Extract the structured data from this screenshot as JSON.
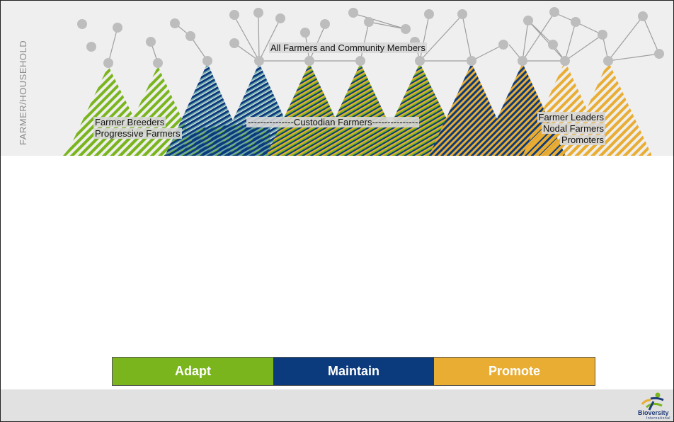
{
  "vertical_label": "FARMER/HOUSEHOLD",
  "labels": {
    "all_members": "All Farmers and Community Members",
    "custodian": "---------------Custodian Farmers---------------",
    "left_group": [
      "Farmer Breeders",
      "Progressive Farmers"
    ],
    "right_group": [
      "Farmer Leaders",
      "Nodal Farmers",
      "Promoters"
    ]
  },
  "legend": {
    "adapt": "Adapt",
    "maintain": "Maintain",
    "promote": "Promote"
  },
  "colors": {
    "adapt": "#7ab51d",
    "maintain": "#0b3a7d",
    "promote": "#e9ad33",
    "node": "#bdbdbd"
  },
  "logo": {
    "name": "Bioversity",
    "sub": "International"
  }
}
